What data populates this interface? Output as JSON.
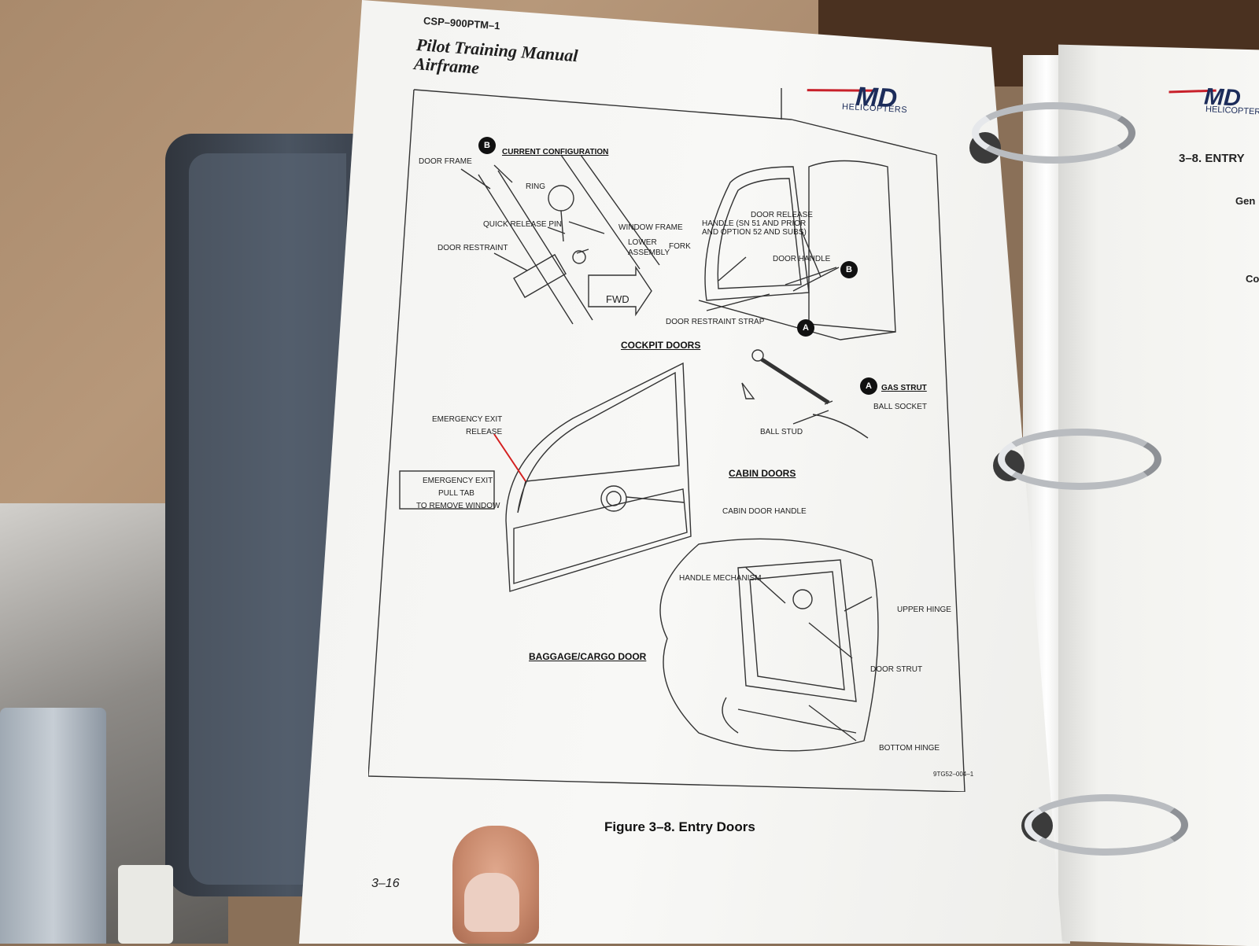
{
  "manual": {
    "code": "CSP–900PTM–1",
    "title": "Pilot Training Manual",
    "subtitle": "Airframe"
  },
  "logo": {
    "brand": "MD",
    "sub": "HELICOPTERS"
  },
  "figure": {
    "callout_b": "B",
    "callout_a": "A",
    "current_configuration": "CURRENT CONFIGURATION",
    "labels": {
      "door_frame": "DOOR FRAME",
      "ring": "RING",
      "quick_release_pin": "QUICK RELEASE PIN",
      "window_frame": "WINDOW FRAME",
      "lower_fork_assembly_1": "LOWER",
      "lower_fork_assembly_2": "ASSEMBLY",
      "fork": "FORK",
      "door_restraint": "DOOR RESTRAINT",
      "fwd": "FWD",
      "door_release_1": "DOOR RELEASE",
      "door_release_2": "HANDLE (SN 51 AND PRIOR",
      "door_release_3": "AND OPTION 52 AND SUBS)",
      "door_handle": "DOOR HANDLE",
      "door_restraint_strap": "DOOR RESTRAINT STRAP",
      "gas_strut": "GAS STRUT",
      "ball_socket": "BALL SOCKET",
      "ball_stud": "BALL STUD",
      "emergency_exit_release_1": "EMERGENCY EXIT",
      "emergency_exit_release_2": "RELEASE",
      "pull_tab_1": "EMERGENCY EXIT",
      "pull_tab_2": "PULL TAB",
      "pull_tab_3": "TO REMOVE WINDOW",
      "cabin_door_handle": "CABIN DOOR HANDLE",
      "handle_mechanism": "HANDLE MECHANISM",
      "upper_hinge": "UPPER HINGE",
      "door_strut": "DOOR STRUT",
      "bottom_hinge": "BOTTOM HINGE",
      "drawing_id": "9TG52–004–1"
    },
    "sections": {
      "cockpit_doors": "COCKPIT DOORS",
      "cabin_doors": "CABIN DOORS",
      "baggage_door": "BAGGAGE/CARGO DOOR"
    },
    "caption": "Figure 3–8. Entry Doors"
  },
  "page_number": "3–16",
  "right_page": {
    "heading": "3–8.  ENTRY",
    "gen": "Gen",
    "co": "Co"
  },
  "colors": {
    "page": "#f6f6f3",
    "ink": "#1f1f1f",
    "brand_navy": "#1c2c5a",
    "brand_red": "#c8202a",
    "release_red": "#d42020"
  }
}
